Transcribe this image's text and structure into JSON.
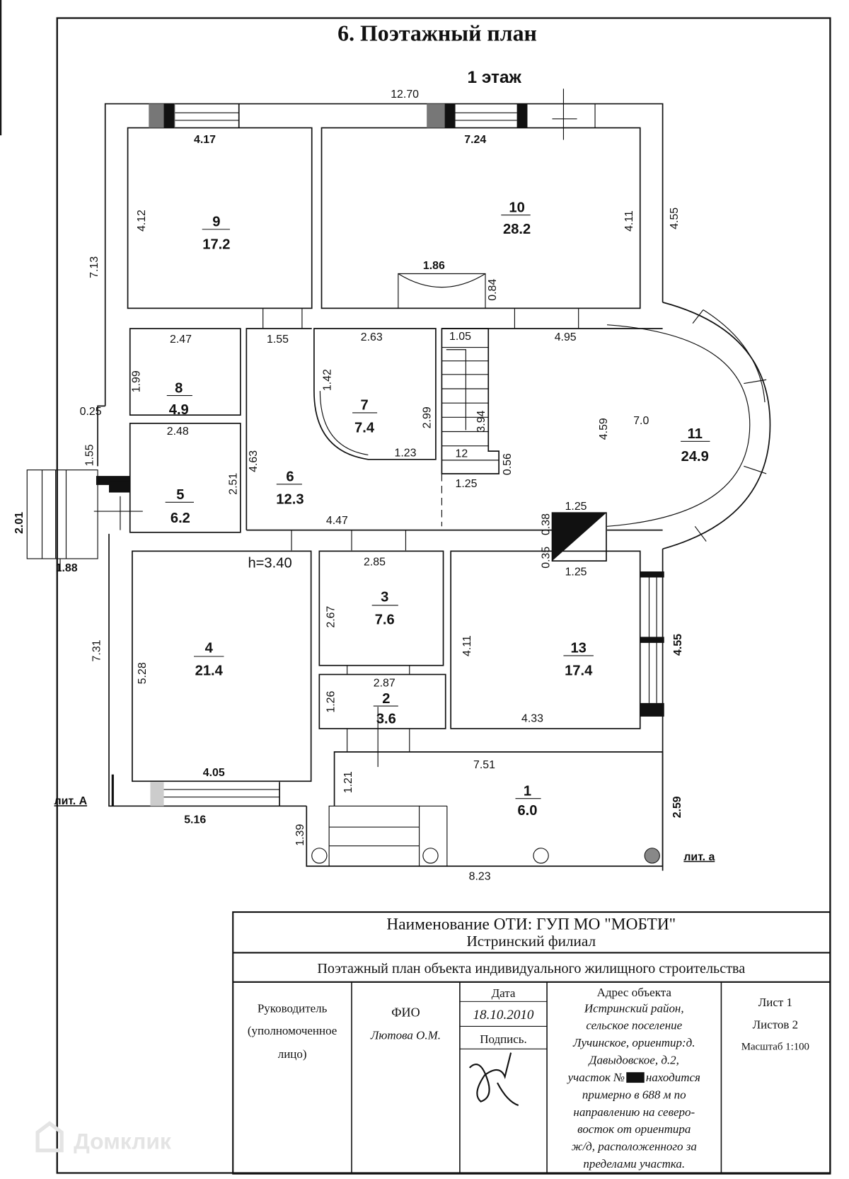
{
  "title": "6. Поэтажный план",
  "floor_label": "1 этаж",
  "height_note": "h=3.40",
  "liter_main": "лит. А",
  "liter_porch": "лит. а",
  "rooms": [
    {
      "num": "1",
      "area": "6.0"
    },
    {
      "num": "2",
      "area": "3.6"
    },
    {
      "num": "3",
      "area": "7.6"
    },
    {
      "num": "4",
      "area": "21.4"
    },
    {
      "num": "5",
      "area": "6.2"
    },
    {
      "num": "6",
      "area": "12.3"
    },
    {
      "num": "7",
      "area": "7.4"
    },
    {
      "num": "8",
      "area": "4.9"
    },
    {
      "num": "9",
      "area": "17.2"
    },
    {
      "num": "10",
      "area": "28.2"
    },
    {
      "num": "11",
      "area": "24.9"
    },
    {
      "num": "13",
      "area": "17.4"
    }
  ],
  "dimensions": {
    "overall_top": "12.70",
    "r9_top": "4.17",
    "r9_left": "4.12",
    "r10_top": "7.24",
    "r10_right": "4.11",
    "fireplace_w": "1.86",
    "fireplace_d": "0.84",
    "outer_right_top": "4.55",
    "outer_left_top": "7.13",
    "r8_top": "2.47",
    "r8_left": "1.99",
    "corridor_top": "1.55",
    "r7_top": "2.63",
    "r7_left": "1.42",
    "r7_right": "2.99",
    "r7_bottom": "1.23",
    "stair_top": "1.05",
    "stair_len": "3.94",
    "stair_steps": "12",
    "stair_bottom": "1.25",
    "stair_step": "0.56",
    "r11_top": "4.95",
    "r11_depth": "4.59",
    "r11_len": "7.0",
    "notch": "0.25",
    "notch_side": "1.55",
    "r5_top": "2.48",
    "r5_right": "2.51",
    "r6_left": "4.63",
    "entry_steps_w": "2.01",
    "entry_steps_d": "1.88",
    "hall_bottom": "4.47",
    "chimney_top": "1.25",
    "chimney_bottom": "1.25",
    "chimney_a": "0.38",
    "chimney_b": "0.35",
    "r3_top": "2.85",
    "r3_left": "2.67",
    "r13_left": "4.11",
    "r13_bottom": "4.33",
    "outer_right_bottom": "4.55",
    "r2_top": "2.87",
    "r2_left": "1.26",
    "outer_left_bottom": "7.31",
    "r4_left": "5.28",
    "r4_bottom": "4.05",
    "wall_bottom": "5.16",
    "porch_top": "7.51",
    "porch_left": "1.21",
    "porch_right": "2.59",
    "porch_steps": "1.39",
    "porch_bottom": "8.23"
  },
  "title_block": {
    "org": "Наименование ОТИ: ГУП МО \"МОБТИ\"",
    "branch": "Истринский филиал",
    "doc_name": "Поэтажный план объекта индивидуального жилищного строительства",
    "role_line1": "Руководитель",
    "role_line2": "(уполномоченное",
    "role_line3": "лицо)",
    "fio_label": "ФИО",
    "fio_value": "Лютова О.М.",
    "date_label": "Дата",
    "date_value": "18.10.2010",
    "sign_label": "Подпись.",
    "address_label": "Адрес объекта",
    "address_lines": [
      "Истринский район,",
      "сельское поселение",
      "Лучинское, ориентир:д.",
      "Давыдовское, д.2,",
      "участок №       находится",
      "примерно в 688 м по",
      "направлению на северо-",
      "восток от ориентира",
      "ж/д, расположенного за",
      "пределами участка."
    ],
    "sheet": "Лист 1",
    "sheets": "Листов 2",
    "scale": "Масштаб 1:100"
  },
  "watermark": "Домклик"
}
